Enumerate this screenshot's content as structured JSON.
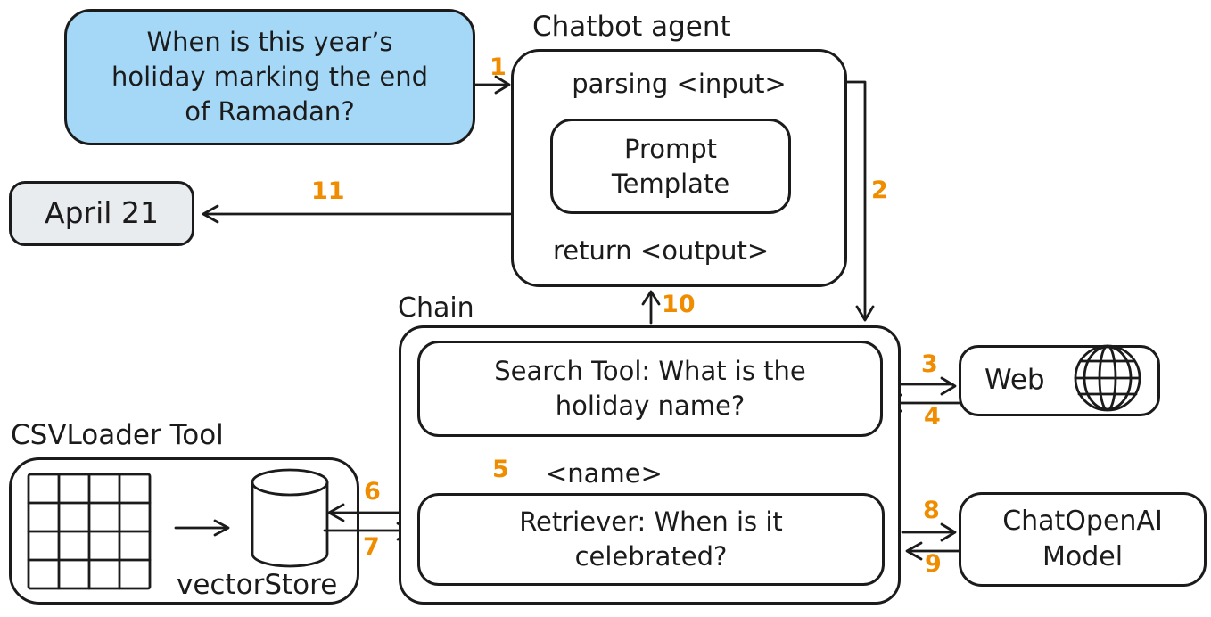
{
  "colors": {
    "ink": "#1b1b1b",
    "accent_orange": "#f08c00",
    "question_fill": "#a5d8f7",
    "answer_fill": "#e9ecef"
  },
  "question_box": {
    "line1": "When is this year’s",
    "line2": "holiday marking the end",
    "line3": "of Ramadan?"
  },
  "answer_box": {
    "label": "April 21"
  },
  "chatbot_agent": {
    "title": "Chatbot agent",
    "parsing_label": "parsing <input>",
    "prompt_template_line1": "Prompt",
    "prompt_template_line2": "Template",
    "return_label": "return <output>"
  },
  "chain": {
    "title": "Chain",
    "search_tool_line1": "Search Tool: What is the",
    "search_tool_line2": "holiday name?",
    "name_tag": "<name>",
    "retriever_line1": "Retriever: When is it",
    "retriever_line2": "celebrated?"
  },
  "csv_loader": {
    "title": "CSVLoader Tool",
    "vector_store_label": "vectorStore"
  },
  "web": {
    "label": "Web"
  },
  "chat_openai": {
    "line1": "ChatOpenAI",
    "line2": "Model"
  },
  "arrow_labels": {
    "a1": "1",
    "a2": "2",
    "a3": "3",
    "a4": "4",
    "a5": "5",
    "a6": "6",
    "a7": "7",
    "a8": "8",
    "a9": "9",
    "a10": "10",
    "a11": "11"
  }
}
